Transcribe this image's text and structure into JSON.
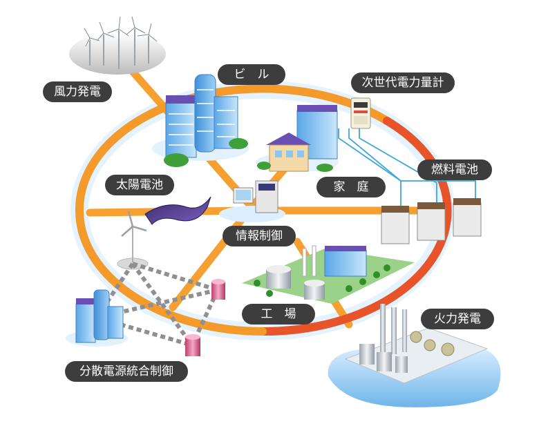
{
  "labels": {
    "wind_power": "風力発電",
    "building": "ビ　ル",
    "smart_meter": "次世代電力量計",
    "solar_cell": "太陽電池",
    "home": "家　庭",
    "fuel_cell": "燃料電池",
    "info_control": "情報制御",
    "factory": "工　場",
    "thermal_power": "火力発電",
    "distributed_control": "分散電源統合制御"
  },
  "colors": {
    "ring_orange": "#f39a2a",
    "ring_red": "#e8542a",
    "label_bg": "#3d3d3d",
    "label_text": "#ffffff",
    "glow": "#cfe8ff"
  }
}
